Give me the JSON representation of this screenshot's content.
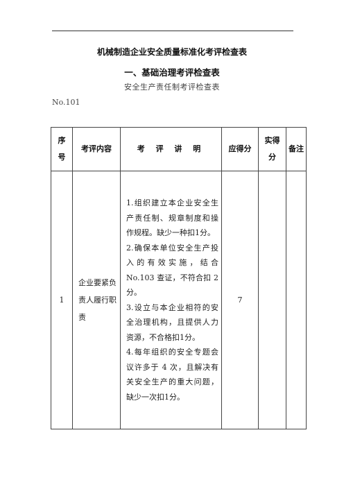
{
  "doc": {
    "main_title": "机械制造企业安全质量标准化考评检查表",
    "section_title": "一、基础治理考评检查表",
    "sub_title": "安全生产责任制考评检查表",
    "doc_number": "No.101"
  },
  "table": {
    "headers": {
      "seq_a": "序",
      "seq_b": "号",
      "content": "考评内容",
      "description": "考 评 讲 明",
      "score_due": "应得分",
      "score_actual_a": "实得",
      "score_actual_b": "分",
      "remarks": "备注"
    },
    "rows": [
      {
        "seq": "1",
        "content_lines": [
          "企业要紧负",
          "责人履行职",
          "责"
        ],
        "description_lines": [
          "1.组织建立本企业安全生",
          "产责任制、规章制度和操",
          "作规程。缺少一种扣1分。",
          "2.确保本单位安全生产投",
          "入 的 有 效 实 施 ， 结 合",
          "No.103 查证，不符合扣 2",
          "分。",
          "3.设立与本企业相符的安",
          "全治理机构，且提供人力",
          "资源，不合格扣1分。",
          "4.每年组织的安全专题会",
          "议许多于 4 次，且解决有",
          "关安全生产的重大问题，",
          "缺少一次扣1分。"
        ],
        "score_due": "7",
        "score_actual": "",
        "remarks": ""
      }
    ]
  }
}
